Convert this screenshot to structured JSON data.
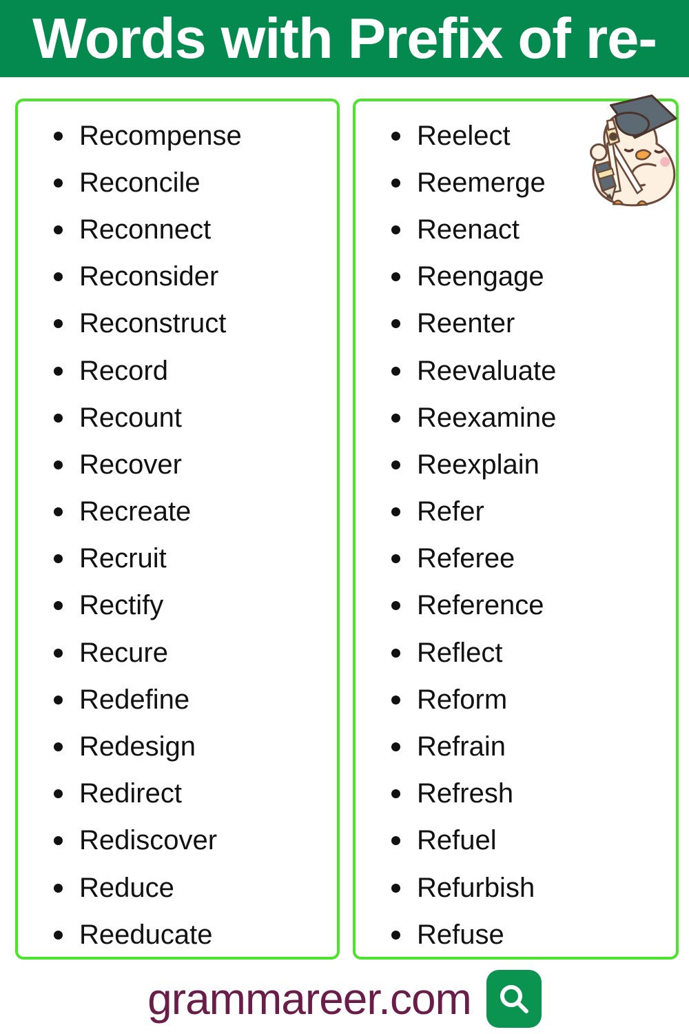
{
  "header": {
    "title": "Words with Prefix of re-"
  },
  "word_columns": [
    {
      "name": "left",
      "words": [
        "Recompense",
        "Reconcile",
        "Reconnect",
        "Reconsider",
        "Reconstruct",
        "Record",
        "Recount",
        "Recover",
        "Recreate",
        "Recruit",
        "Rectify",
        "Recure",
        "Redefine",
        "Redesign",
        "Redirect",
        "Rediscover",
        "Reduce",
        "Reeducate"
      ]
    },
    {
      "name": "right",
      "words": [
        "Reelect",
        "Reemerge",
        "Reenact",
        "Reengage",
        "Reenter",
        "Reevaluate",
        "Reexamine",
        "Reexplain",
        "Refer",
        "Referee",
        "Reference",
        "Reflect",
        "Reform",
        "Refrain",
        "Refresh",
        "Refuel",
        "Refurbish",
        "Refuse"
      ]
    }
  ],
  "mascot": {
    "icon": "graduate-chick-mascot"
  },
  "footer": {
    "site_name": "grammareer.com",
    "search_icon": "magnifier-icon"
  },
  "colors": {
    "header_bg": "#048a4e",
    "box_border": "#4de32d",
    "button_bg": "#0b9350",
    "site_text": "#6b1d4a",
    "word_text": "#111111"
  }
}
